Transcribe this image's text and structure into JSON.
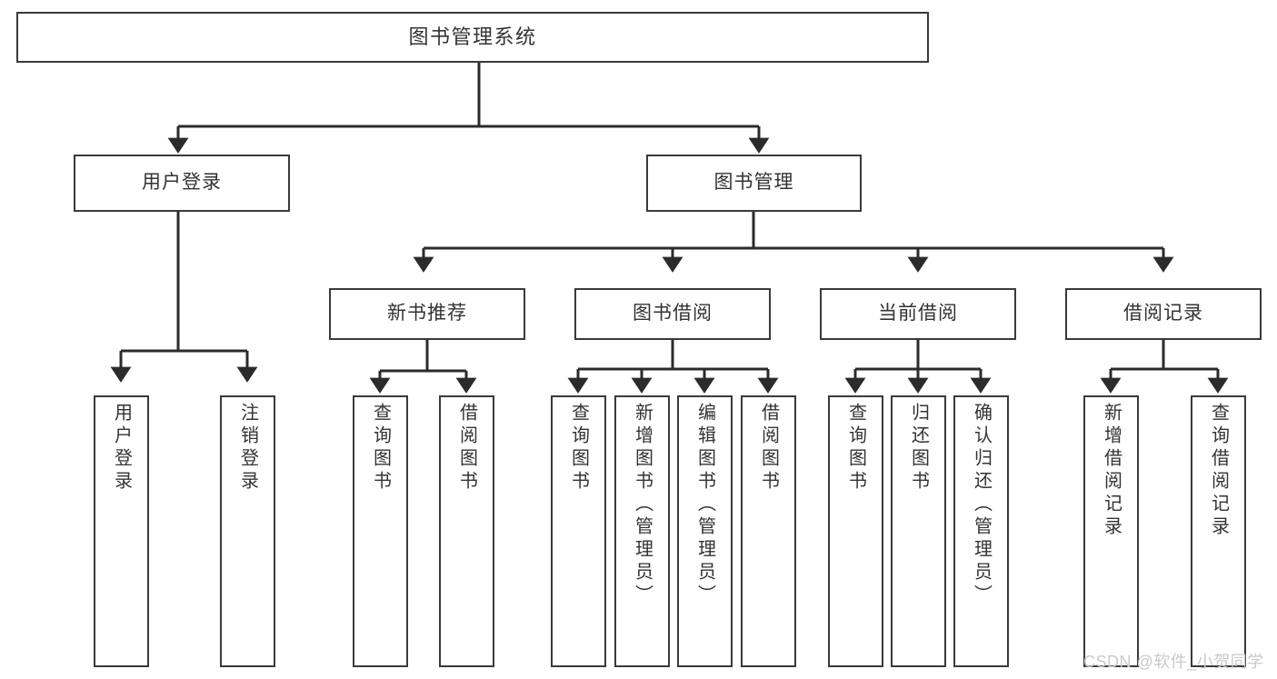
{
  "diagram": {
    "type": "tree-hierarchy-chart",
    "title": "图书管理系统",
    "colors": {
      "box_border": "#3a3a3a",
      "box_fill": "#ffffff",
      "text": "#333333",
      "connector": "#2b2b2b",
      "watermark": "#c9c9c9",
      "background": "#ffffff"
    },
    "levels": [
      {
        "level": 1,
        "nodes": [
          {
            "id": "root",
            "label": "图书管理系统",
            "orientation": "horizontal"
          }
        ]
      },
      {
        "level": 2,
        "nodes": [
          {
            "id": "login",
            "label": "用户登录",
            "orientation": "horizontal",
            "parent": "root"
          },
          {
            "id": "bookmgmt",
            "label": "图书管理",
            "orientation": "horizontal",
            "parent": "root"
          }
        ]
      },
      {
        "level": 3,
        "nodes": [
          {
            "id": "newbook",
            "label": "新书推荐",
            "orientation": "horizontal",
            "parent": "bookmgmt"
          },
          {
            "id": "borrow",
            "label": "图书借阅",
            "orientation": "horizontal",
            "parent": "bookmgmt"
          },
          {
            "id": "current",
            "label": "当前借阅",
            "orientation": "horizontal",
            "parent": "bookmgmt"
          },
          {
            "id": "records",
            "label": "借阅记录",
            "orientation": "horizontal",
            "parent": "bookmgmt"
          }
        ]
      },
      {
        "level": 4,
        "nodes": [
          {
            "id": "leaf-user-login",
            "label": "用户登录",
            "orientation": "vertical",
            "parent": "login"
          },
          {
            "id": "leaf-user-logout",
            "label": "注销登录",
            "orientation": "vertical",
            "parent": "login"
          },
          {
            "id": "leaf-query-book-1",
            "label": "查询图书",
            "orientation": "vertical",
            "parent": "newbook"
          },
          {
            "id": "leaf-borrow-book-1",
            "label": "借阅图书",
            "orientation": "vertical",
            "parent": "newbook"
          },
          {
            "id": "leaf-query-book-2",
            "label": "查询图书",
            "orientation": "vertical",
            "parent": "borrow"
          },
          {
            "id": "leaf-add-book",
            "label": "新增图书（管理员）",
            "orientation": "vertical",
            "parent": "borrow"
          },
          {
            "id": "leaf-edit-book",
            "label": "编辑图书（管理员）",
            "orientation": "vertical",
            "parent": "borrow"
          },
          {
            "id": "leaf-borrow-book-2",
            "label": "借阅图书",
            "orientation": "vertical",
            "parent": "borrow"
          },
          {
            "id": "leaf-query-book-3",
            "label": "查询图书",
            "orientation": "vertical",
            "parent": "current"
          },
          {
            "id": "leaf-return-book",
            "label": "归还图书",
            "orientation": "vertical",
            "parent": "current"
          },
          {
            "id": "leaf-confirm-return",
            "label": "确认归还（管理员）",
            "orientation": "vertical",
            "parent": "current"
          },
          {
            "id": "leaf-add-record",
            "label": "新增借阅记录",
            "orientation": "vertical",
            "parent": "records"
          },
          {
            "id": "leaf-query-record",
            "label": "查询借阅记录",
            "orientation": "vertical",
            "parent": "records"
          }
        ]
      }
    ]
  },
  "watermark": {
    "text": "CSDN @软件_小贺同学"
  }
}
